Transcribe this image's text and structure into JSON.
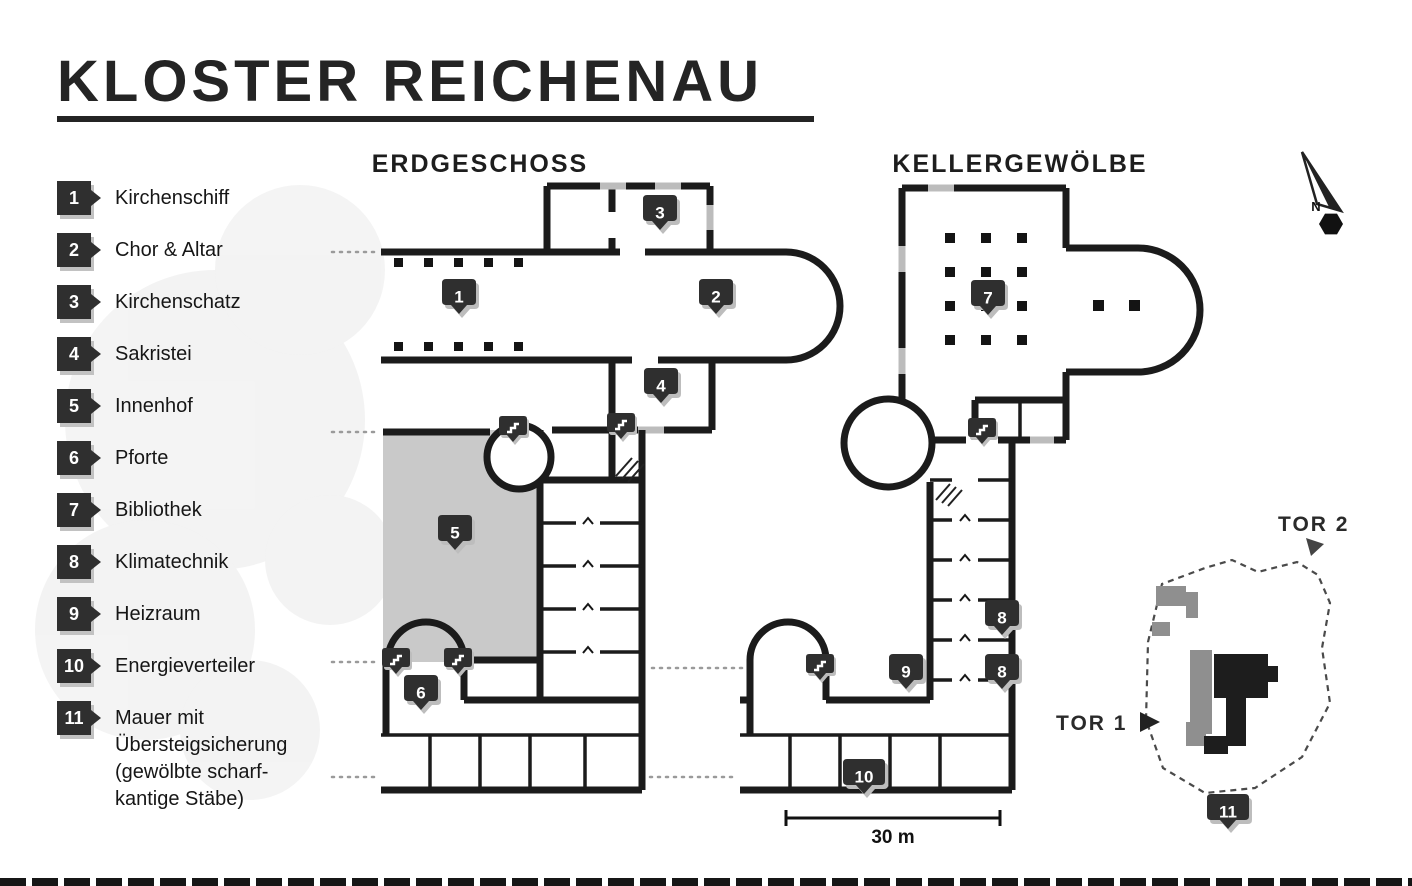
{
  "title": "KLOSTER REICHENAU",
  "plans": {
    "erdgeschoss": "ERDGESCHOSS",
    "kellergewoelbe": "KELLERGEWÖLBE"
  },
  "legend": {
    "items": [
      {
        "num": "1",
        "label": "Kirchenschiff"
      },
      {
        "num": "2",
        "label": "Chor & Altar"
      },
      {
        "num": "3",
        "label": "Kirchenschatz"
      },
      {
        "num": "4",
        "label": "Sakristei"
      },
      {
        "num": "5",
        "label": "Innenhof"
      },
      {
        "num": "6",
        "label": "Pforte"
      },
      {
        "num": "7",
        "label": "Bibliothek"
      },
      {
        "num": "8",
        "label": "Klimatechnik"
      },
      {
        "num": "9",
        "label": "Heizraum"
      },
      {
        "num": "10",
        "label": "Energieverteiler"
      },
      {
        "num": "11",
        "label": "Mauer mit Übersteigsicherung (gewölbte scharf-kantige Stäbe)"
      }
    ]
  },
  "markers": {
    "m1": "1",
    "m2": "2",
    "m3": "3",
    "m4": "4",
    "m5": "5",
    "m6": "6",
    "m7": "7",
    "m8a": "8",
    "m8b": "8",
    "m9": "9",
    "m10": "10",
    "m11": "11"
  },
  "compass": {
    "north": "N"
  },
  "scale_bar": {
    "label": "30 m"
  },
  "site_map": {
    "gate1": "TOR 1",
    "gate2": "TOR 2"
  },
  "colors": {
    "ink": "#1b1b1b",
    "marker_fill": "#2f2f2f",
    "marker_shadow": "#bdbdbd",
    "courtyard_fill": "#c9c9c9",
    "dashed_line": "#9a9a9a"
  }
}
